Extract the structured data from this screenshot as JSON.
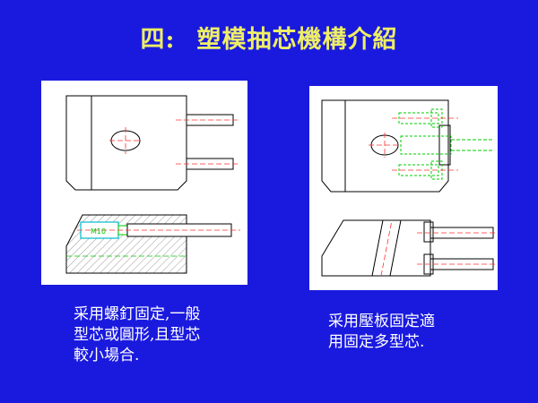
{
  "slide": {
    "title_number": "四:",
    "title_text": "塑模抽芯機構介紹",
    "left_label_m10": "M10",
    "left_caption": "采用螺釘固定,一般\n型芯或圓形,且型芯\n較小場合.",
    "right_caption": "采用壓板固定適\n用固定多型芯."
  },
  "colors": {
    "background": "#1a1adf",
    "title": "#eeee66",
    "caption": "#ffffff",
    "cad_line": "#000000",
    "cad_center": "#ff3030",
    "cad_bolt": "#00cc00",
    "cad_hatch": "#999999"
  }
}
